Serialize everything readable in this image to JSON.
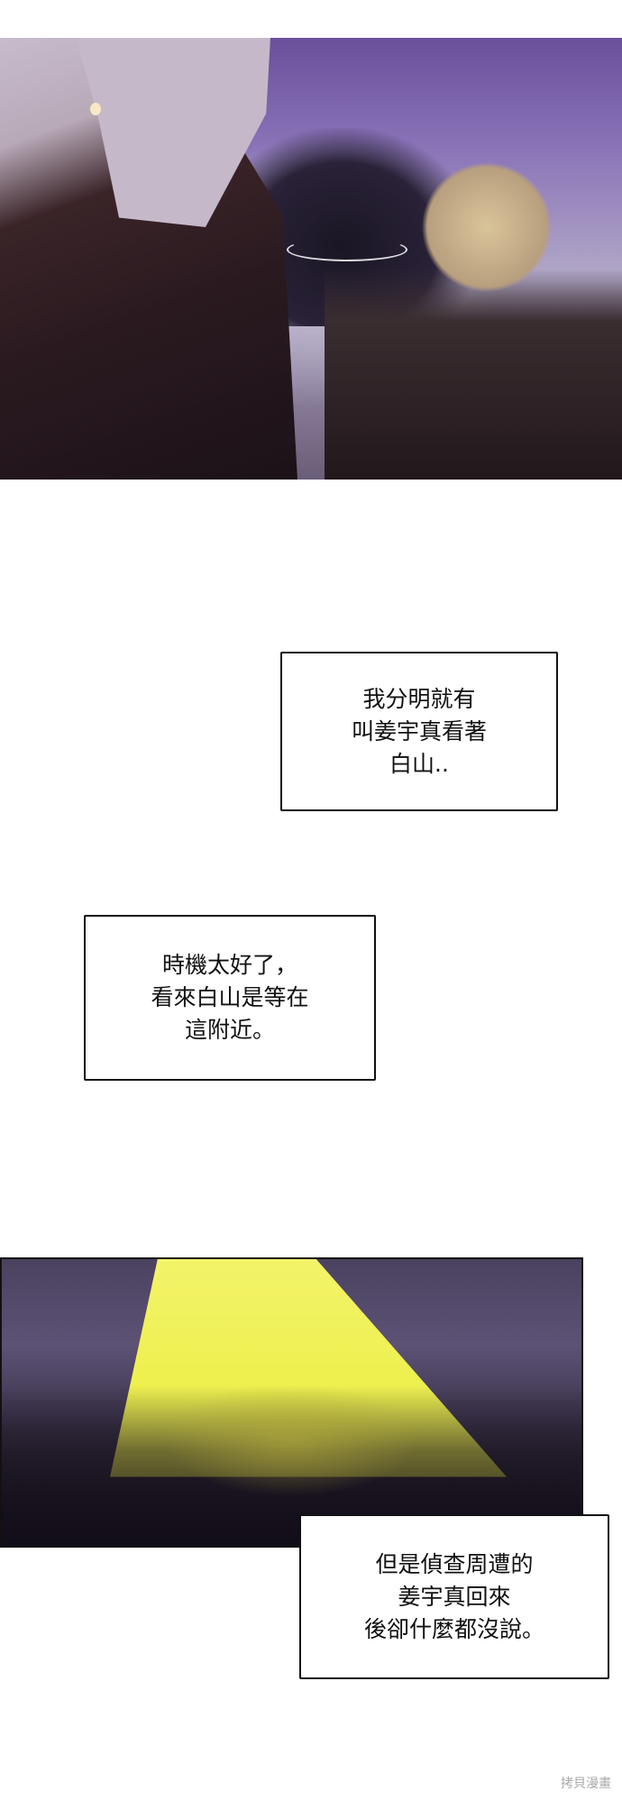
{
  "panels": [
    {
      "name": "night-forest-two-characters"
    },
    {
      "name": "yellow-light-beam-forest"
    }
  ],
  "captions": [
    {
      "text": "我分明就有\n叫姜宇真看著\n白山.."
    },
    {
      "text": "時機太好了，\n看來白山是等在\n這附近。"
    },
    {
      "text": "但是偵查周遭的\n姜宇真回來\n後卻什麼都沒說。"
    }
  ],
  "watermark": "拷貝漫畫",
  "colors": {
    "beam": "#f2f24a",
    "sky": "#6a4f9a"
  }
}
